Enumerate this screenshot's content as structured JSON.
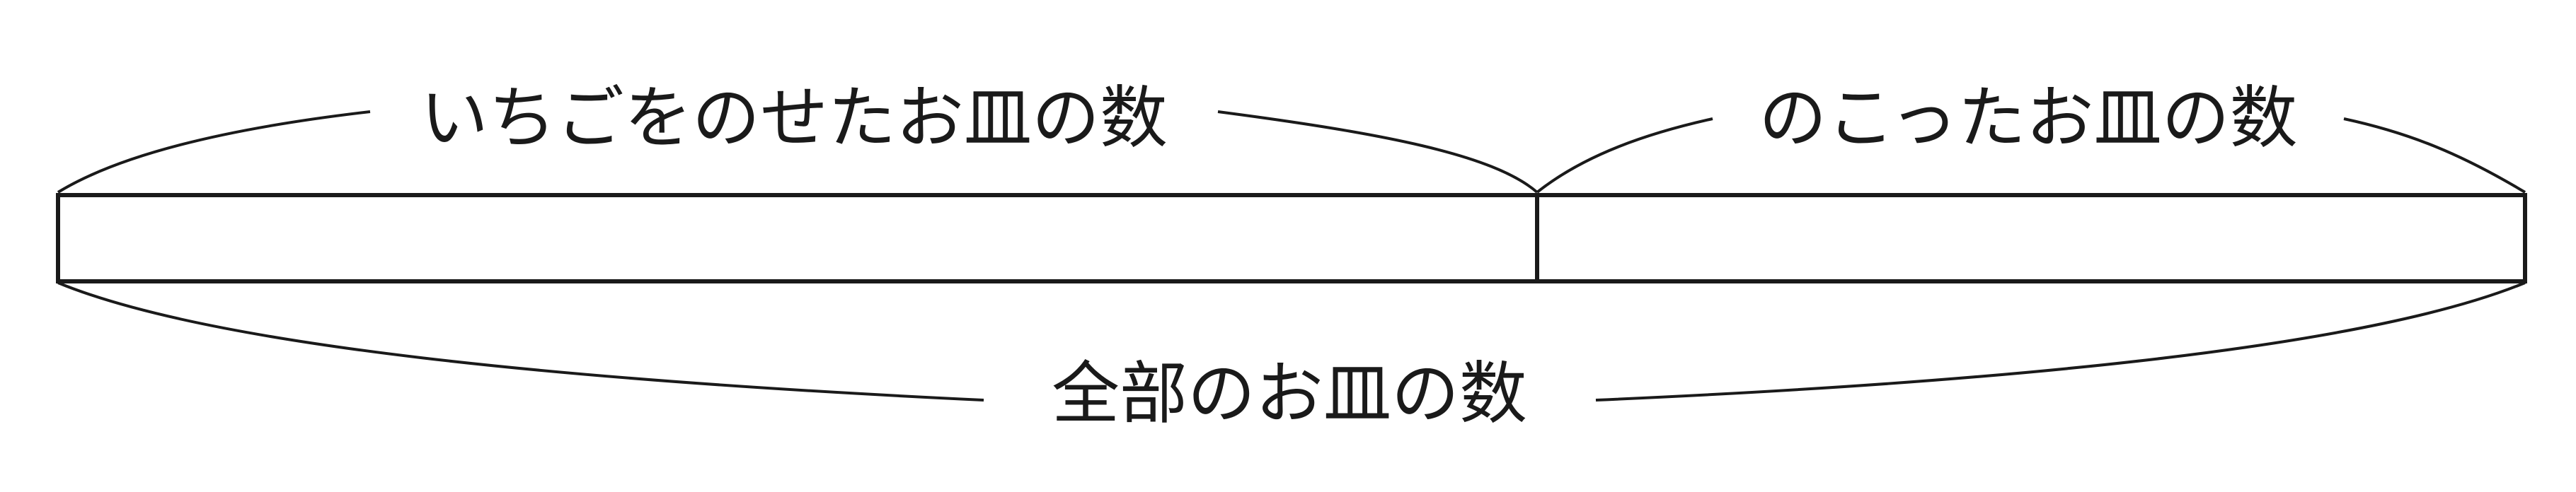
{
  "diagram": {
    "segments": [
      {
        "label": "いちごをのせたお皿の数"
      },
      {
        "label": "のこったお皿の数"
      }
    ],
    "total_label": "全部のお皿の数"
  }
}
